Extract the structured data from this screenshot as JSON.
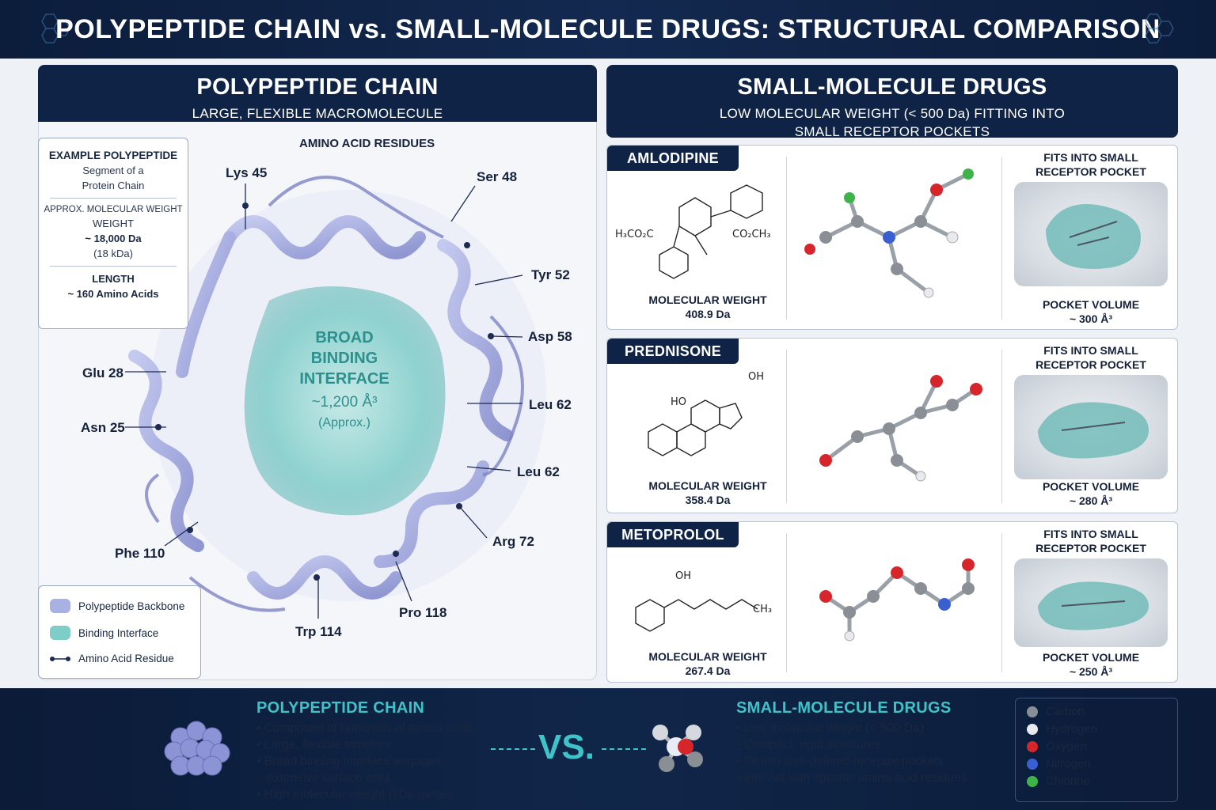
{
  "title": "POLYPEPTIDE CHAIN vs. SMALL-MOLECULE DRUGS: STRUCTURAL COMPARISON",
  "left_panel": {
    "title": "POLYPEPTIDE CHAIN",
    "subtitle": "LARGE, FLEXIBLE MACROMOLECULE",
    "info": {
      "title": "EXAMPLE POLYPEPTIDE",
      "line1": "Segment of a",
      "line2": "Protein Chain",
      "mw_label_1": "APPROX. MOLECULAR WEIGHT",
      "mw_label_2": "WEIGHT",
      "mw_value": "~ 18,000 Da",
      "mw_kda": "(18 kDa)",
      "length_label": "LENGTH",
      "length_value": "~ 160 Amino Acids"
    },
    "residues_header": "AMINO ACID RESIDUES",
    "residues": {
      "lys45": "Lys 45",
      "ser48": "Ser 48",
      "tyr52": "Tyr 52",
      "asp58": "Asp 58",
      "leu62a": "Leu 62",
      "leu62b": "Leu 62",
      "arg72": "Arg 72",
      "pro118": "Pro 118",
      "trp114": "Trp 114",
      "phe110": "Phe 110",
      "asn25": "Asn 25",
      "glu28": "Glu 28"
    },
    "interface": {
      "line1": "BROAD",
      "line2": "BINDING",
      "line3": "INTERFACE",
      "volume": "~1,200 Å³",
      "note": "(Approx.)"
    },
    "legend": {
      "backbone": "Polypeptide Backbone",
      "interface": "Binding Interface",
      "residue": "Amino Acid Residue"
    }
  },
  "right_panel": {
    "title": "SMALL-MOLECULE DRUGS",
    "subtitle_1": "LOW MOLECULAR WEIGHT (< 500 Da) FITTING INTO",
    "subtitle_2": "SMALL RECEPTOR POCKETS",
    "drugs": [
      {
        "name": "AMLODIPINE",
        "mw_label": "MOLECULAR WEIGHT",
        "mw": "408.9 Da",
        "fit_1": "FITS INTO SMALL",
        "fit_2": "RECEPTOR POCKET",
        "pocket_label": "POCKET VOLUME",
        "pocket": "~ 300 Å³",
        "formula_left": "H₃CO₂C",
        "formula_right": "CO₂CH₃"
      },
      {
        "name": "PREDNISONE",
        "mw_label": "MOLECULAR WEIGHT",
        "mw": "358.4 Da",
        "fit_1": "FITS INTO SMALL",
        "fit_2": "RECEPTOR POCKET",
        "pocket_label": "POCKET VOLUME",
        "pocket": "~ 280 Å³",
        "formula_ho": "HO",
        "formula_oh": "OH"
      },
      {
        "name": "METOPROLOL",
        "mw_label": "MOLECULAR WEIGHT",
        "mw": "267.4 Da",
        "fit_1": "FITS INTO SMALL",
        "fit_2": "RECEPTOR POCKET",
        "pocket_label": "POCKET VOLUME",
        "pocket": "~ 250 Å³",
        "formula_oh": "OH",
        "formula_ch3": "CH₃"
      }
    ]
  },
  "bottom": {
    "poly_title": "POLYPEPTIDE CHAIN",
    "poly_points": [
      "Comprised of hundreds of amino acids",
      "Large, flexible structure",
      "Broad binding interface engages",
      "extensive surface area",
      "High molecular weight (kDa range)"
    ],
    "vs": "VS.",
    "small_title": "SMALL-MOLECULE DRUGS",
    "small_points": [
      "Low molecular weight (< 500 Da)",
      "Compact, rigid structures",
      "Fit into well-defined receptor pockets",
      "Interact with specific amino acid residues"
    ],
    "atom_legend": [
      {
        "label": "Carbon",
        "color": "#8a8f96"
      },
      {
        "label": "Hydrogen",
        "color": "#e8eaee"
      },
      {
        "label": "Oxygen",
        "color": "#d6262b"
      },
      {
        "label": "Nitrogen",
        "color": "#3a5fd0"
      },
      {
        "label": "Chlorine",
        "color": "#3eb34a"
      }
    ]
  },
  "colors": {
    "navy": "#0f2346",
    "teal_accent": "#3ec3c8",
    "backbone": "#a9b0e2",
    "interface": "#7ecdc8"
  }
}
